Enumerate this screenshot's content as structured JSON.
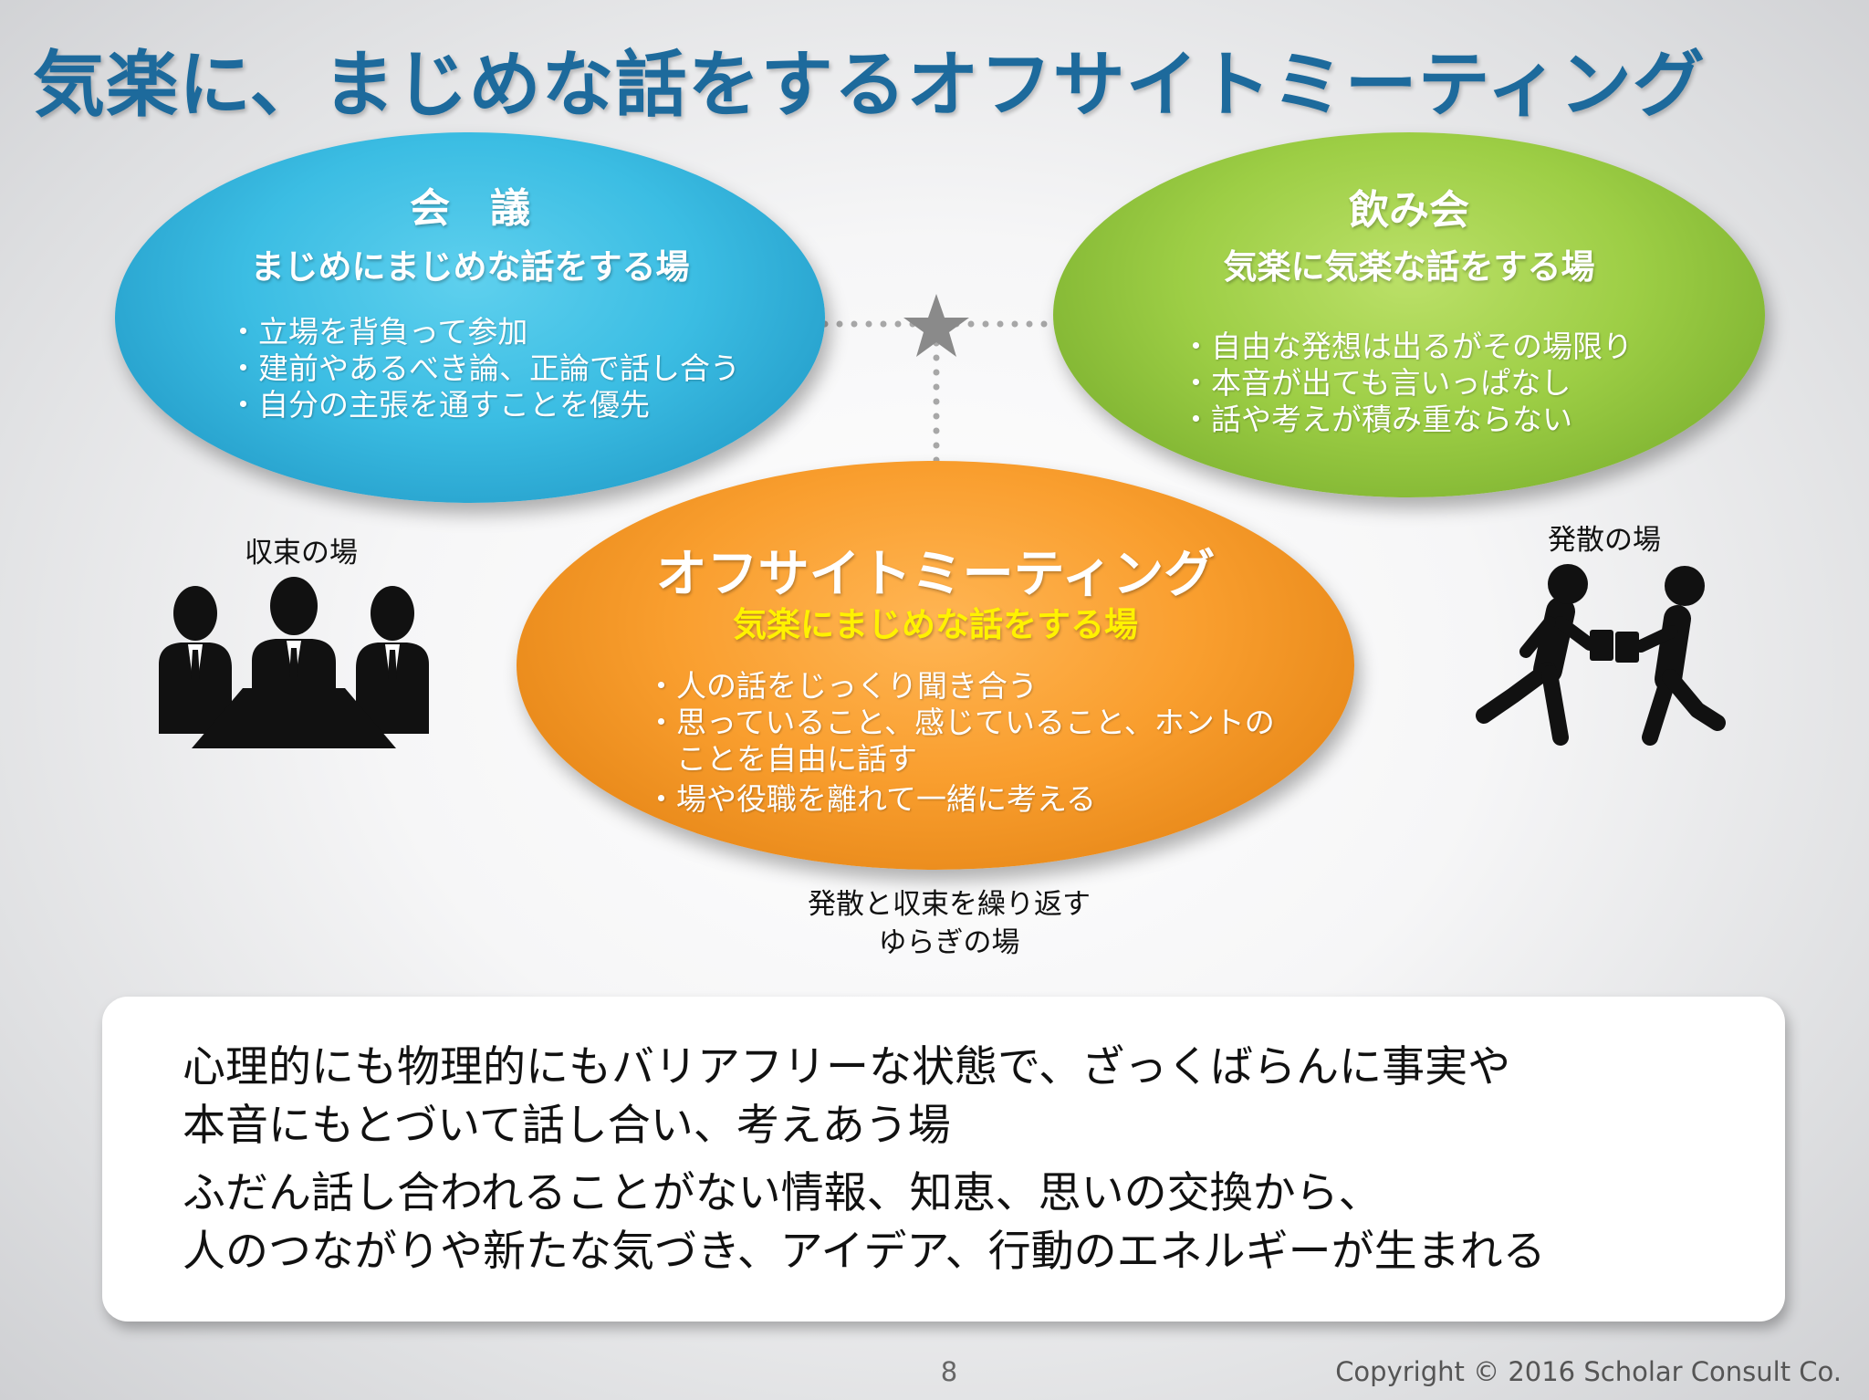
{
  "title": "気楽に、まじめな話をするオフサイトミーティング",
  "meeting": {
    "heading": "会　議",
    "subtitle": "まじめにまじめな話をする場",
    "bullets": [
      "・立場を背負って参加",
      "・建前やあるべき論、正論で話し合う",
      "・自分の主張を通すことを優先"
    ]
  },
  "drinking": {
    "heading": "飲み会",
    "subtitle": "気楽に気楽な話をする場",
    "bullets": [
      "・自由な発想は出るがその場限り",
      "・本音が出ても言いっぱなし",
      "・話や考えが積み重ならない"
    ]
  },
  "offsite": {
    "heading": "オフサイトミーティング",
    "subtitle": "気楽にまじめな話をする場",
    "bullets": [
      "・人の話をじっくり聞き合う",
      "・思っていること、感じていること、ホントの",
      "　ことを自由に話す",
      "・場や役職を離れて一緒に考える"
    ]
  },
  "labels": {
    "convergence": "収束の場",
    "divergence": "発散の場",
    "oscillation_1": "発散と収束を繰り返す",
    "oscillation_2": "ゆらぎの場"
  },
  "summary": {
    "line1": "心理的にも物理的にもバリアフリーな状態で、ざっくばらんに事実や",
    "line2": "本音にもとづいて話し合い、考えあう場",
    "line3": "ふだん話し合われることがない情報、知恵、思いの交換から、",
    "line4": "人のつながりや新たな気づき、アイデア、行動のエネルギーが生まれる"
  },
  "footer": {
    "page_number": "8",
    "copyright": "Copyright © 2016 Scholar Consult Co."
  },
  "icons": {
    "meeting": "business-meeting-icon",
    "drinking": "drinking-people-icon",
    "connector": "star-icon"
  },
  "colors": {
    "title": "#1d6a9c",
    "meeting_ellipse": "#3bbde3",
    "drinking_ellipse": "#9dce45",
    "offsite_ellipse": "#f99e2e",
    "offsite_subtitle": "#fff200"
  }
}
